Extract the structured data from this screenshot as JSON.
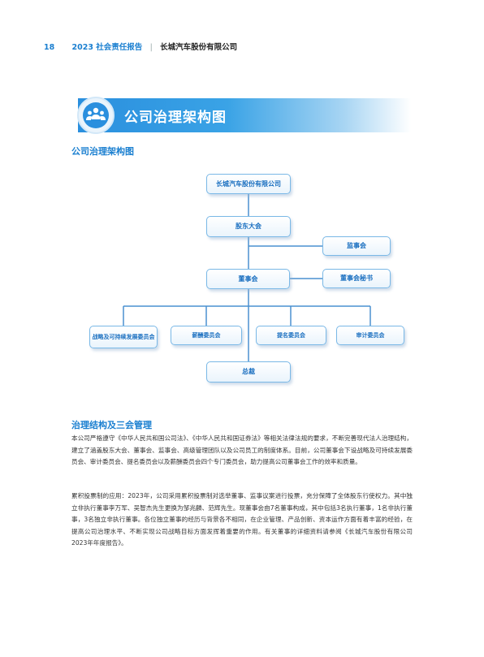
{
  "header": {
    "page_number": "18",
    "report_title": "2023 社会责任报告",
    "separator": "|",
    "company": "长城汽车股份有限公司"
  },
  "section": {
    "title": "公司治理架构图",
    "icon": "people-group-icon"
  },
  "chart_title": "公司治理架构图",
  "org_chart": {
    "company": "长城汽车股份有限公司",
    "shareholders_meeting": "股东大会",
    "supervisory_board": "监事会",
    "board": "董事会",
    "board_secretary": "董事会秘书",
    "committee_strategy_line1": "战略及可持续",
    "committee_strategy_line2": "发展委员会",
    "committee_remuneration": "薪酬委员会",
    "committee_nomination": "提名委员会",
    "committee_audit": "审计委员会",
    "president": "总裁"
  },
  "governance": {
    "title": "治理结构及三会管理",
    "para1": "本公司严格遵守《中华人民共和国公司法》、《中华人民共和国证券法》等相关法律法规的要求，不断完善现代法人治理结构，建立了涵盖股东大会、董事会、监事会、高级管理团队以及公司员工的制度体系。目前，公司董事会下设战略及可持续发展委员会、审计委员会、提名委员会以及薪酬委员会四个专门委员会，助力提高公司董事会工作的效率和质量。",
    "para2": "累积投票制的应用：2023年，公司采用累积投票制对选举董事、监事议案进行投票，充分保障了全体股东行使权力。其中独立非执行董事李万军、吴智杰先生更换为邹兆麟、范辉先生。现董事会由7名董事构成，其中包括3名执行董事，1名非执行董事，3名独立非执行董事。各位独立董事的经历与背景各不相同，在企业管理、产品创新、资本运作方面有着丰富的经验，在提高公司治理水平、不断实现公司战略目标方面发挥着重要的作用。有关董事的详细资料请参阅《长城汽车股份有限公司2023年年度报告》。"
  },
  "colors": {
    "accent": "#1a7fd0",
    "banner": "#2a8fde",
    "node_border": "#7ab8e6",
    "connector": "#4a90d0"
  }
}
